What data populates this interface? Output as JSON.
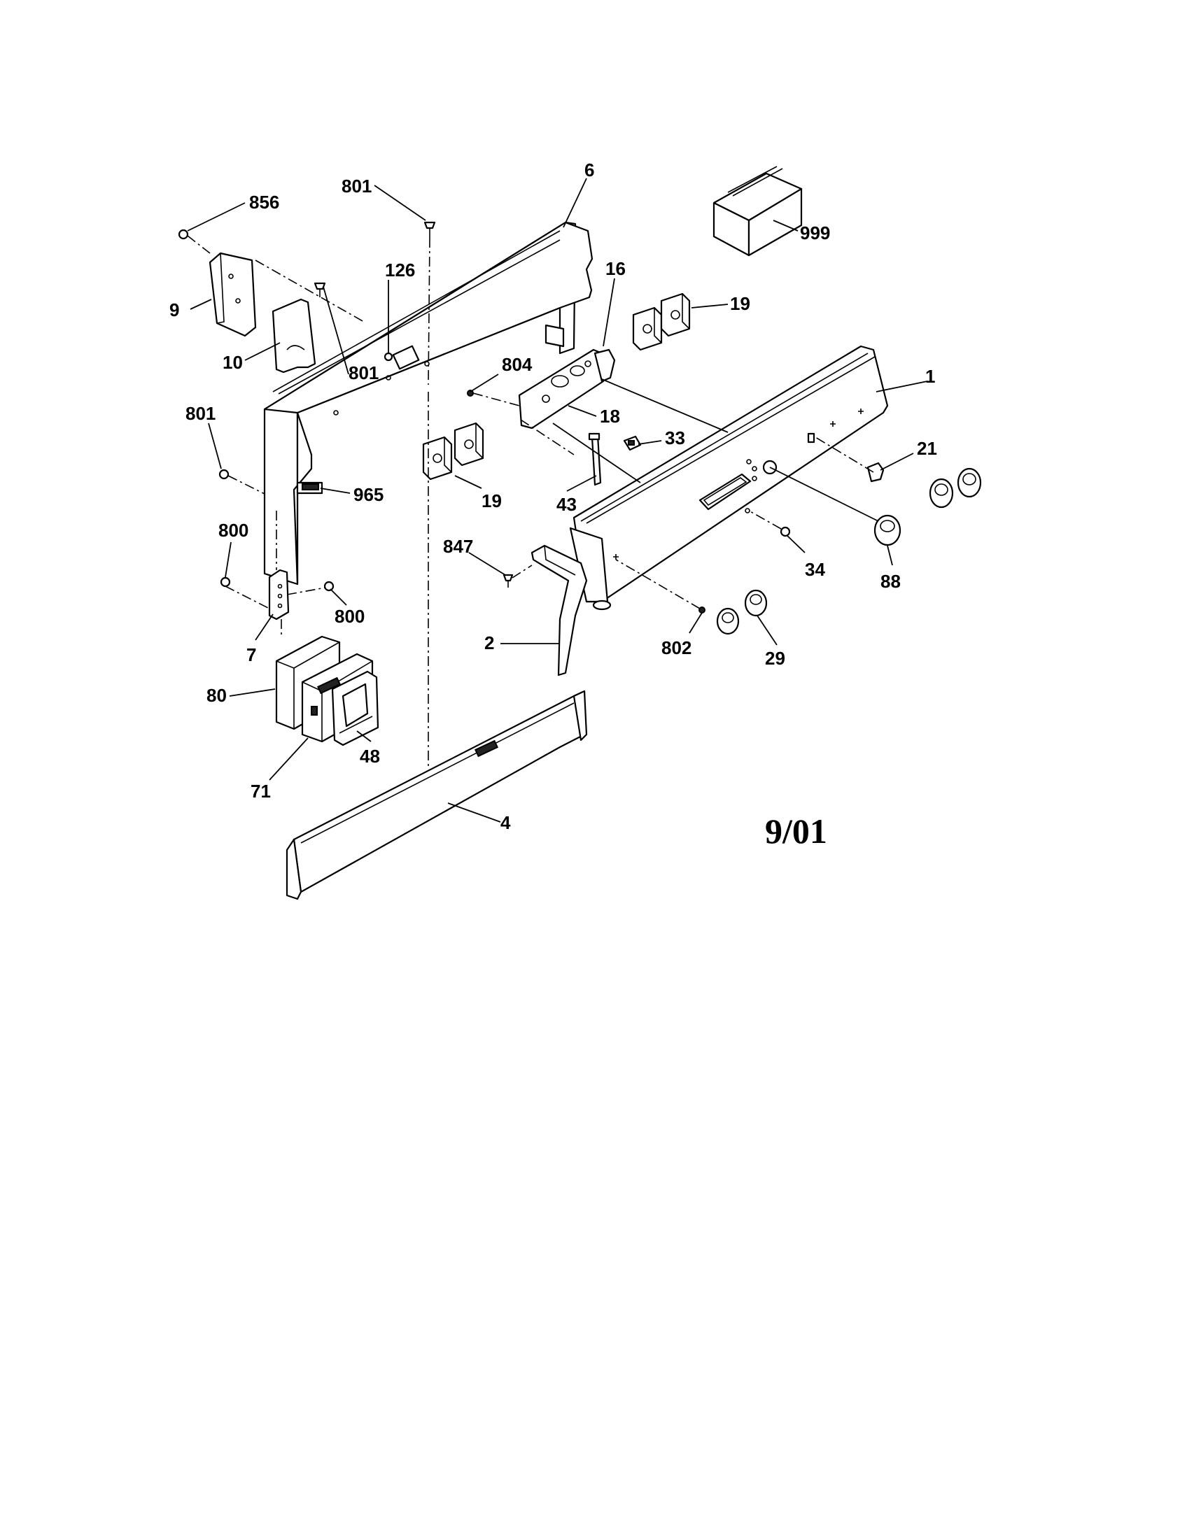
{
  "diagram": {
    "date_label": "9/01",
    "callouts": [
      {
        "id": "p856",
        "label": "856"
      },
      {
        "id": "p801a",
        "label": "801"
      },
      {
        "id": "p6",
        "label": "6"
      },
      {
        "id": "p999",
        "label": "999"
      },
      {
        "id": "p9",
        "label": "9"
      },
      {
        "id": "p126",
        "label": "126"
      },
      {
        "id": "p16",
        "label": "16"
      },
      {
        "id": "p19a",
        "label": "19"
      },
      {
        "id": "p10",
        "label": "10"
      },
      {
        "id": "p801b",
        "label": "801"
      },
      {
        "id": "p804",
        "label": "804"
      },
      {
        "id": "p1",
        "label": "1"
      },
      {
        "id": "p801c",
        "label": "801"
      },
      {
        "id": "p18",
        "label": "18"
      },
      {
        "id": "p33",
        "label": "33"
      },
      {
        "id": "p21",
        "label": "21"
      },
      {
        "id": "p965",
        "label": "965"
      },
      {
        "id": "p19b",
        "label": "19"
      },
      {
        "id": "p43",
        "label": "43"
      },
      {
        "id": "p800a",
        "label": "800"
      },
      {
        "id": "p847",
        "label": "847"
      },
      {
        "id": "p34",
        "label": "34"
      },
      {
        "id": "p88",
        "label": "88"
      },
      {
        "id": "p800b",
        "label": "800"
      },
      {
        "id": "p7",
        "label": "7"
      },
      {
        "id": "p2",
        "label": "2"
      },
      {
        "id": "p802",
        "label": "802"
      },
      {
        "id": "p29",
        "label": "29"
      },
      {
        "id": "p80",
        "label": "80"
      },
      {
        "id": "p48",
        "label": "48"
      },
      {
        "id": "p71",
        "label": "71"
      },
      {
        "id": "p4",
        "label": "4"
      }
    ]
  }
}
